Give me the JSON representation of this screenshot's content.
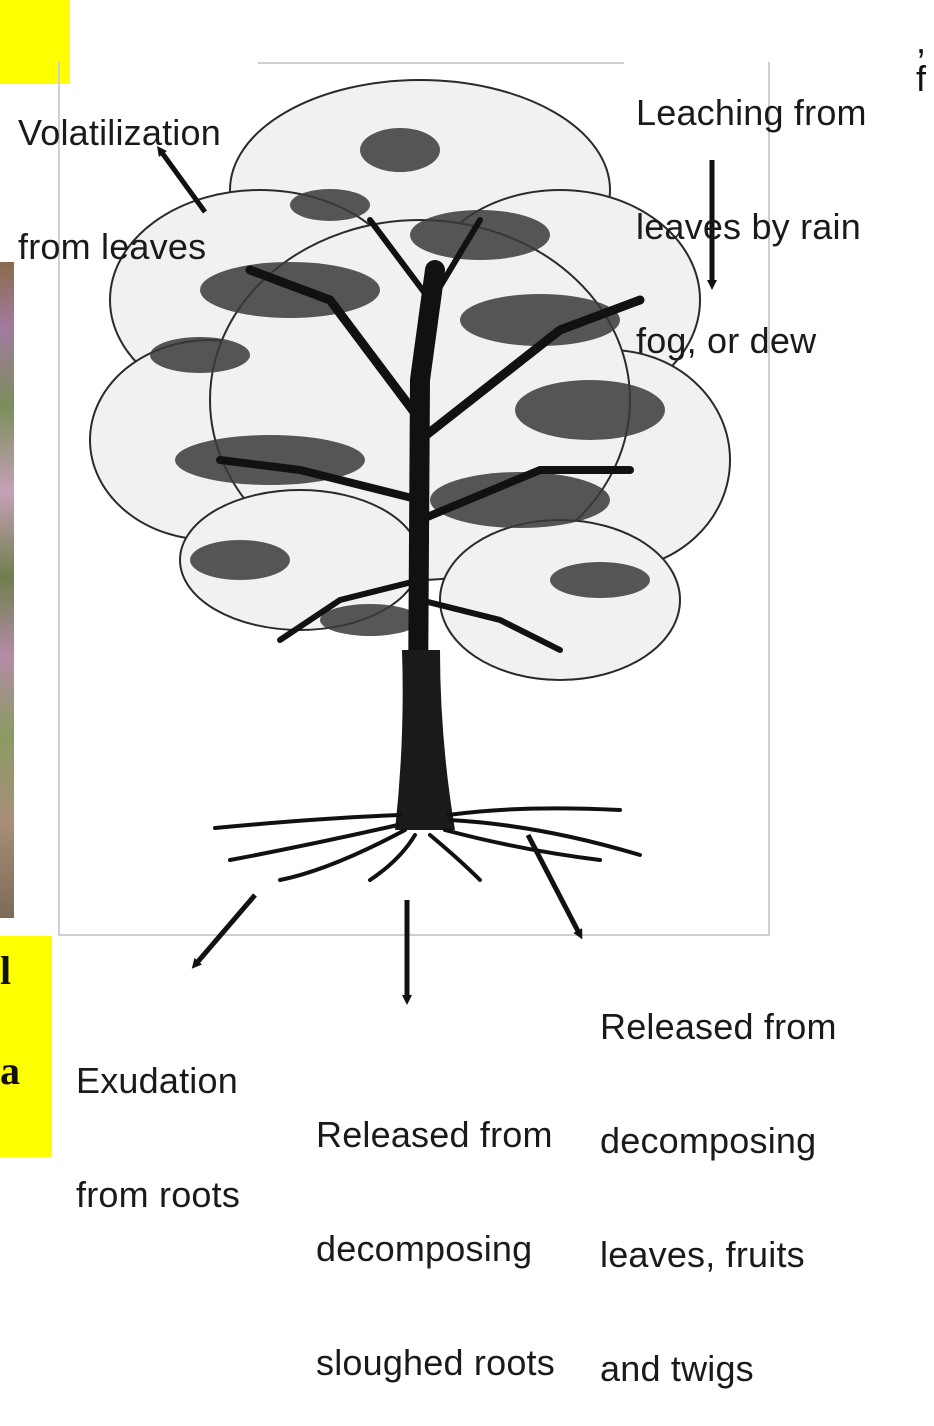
{
  "labels": {
    "volatilization_l1": "Volatilization",
    "volatilization_l2": "from leaves",
    "leaching_l1": "Leaching from",
    "leaching_l2": "leaves by rain",
    "leaching_l3": "fog, or dew",
    "exudation_l1": "Exudation",
    "exudation_l2": "from roots",
    "sloughed_l1": "Released from",
    "sloughed_l2": "decomposing",
    "sloughed_l3": "sloughed roots",
    "litter_l1": "Released from",
    "litter_l2": "decomposing",
    "litter_l3": "leaves, fruits",
    "litter_l4": "and twigs"
  },
  "colors": {
    "highlight": "#ffff00",
    "ink": "#111111",
    "frame": "#cfcfcf"
  }
}
